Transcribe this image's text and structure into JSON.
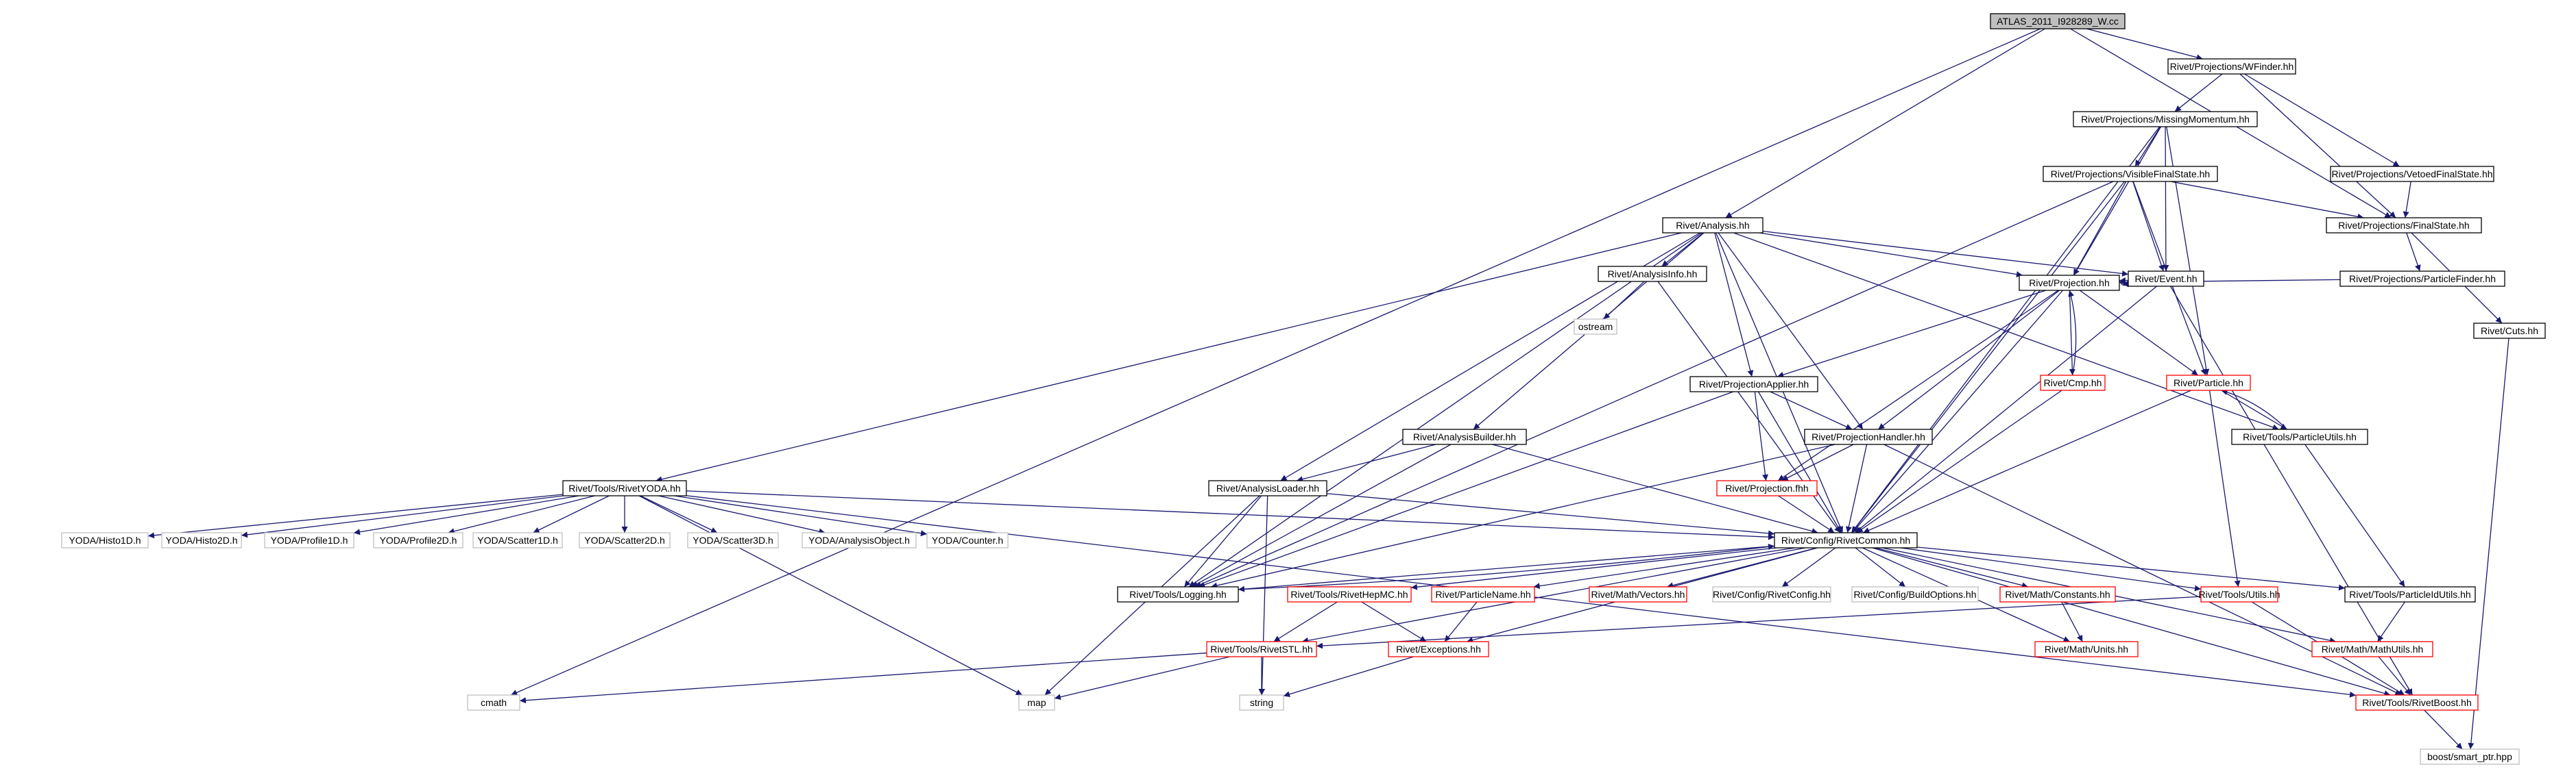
{
  "nodes": [
    {
      "id": "root",
      "label": "ATLAS_2011_I928289_W.cc",
      "style": "root"
    },
    {
      "id": "wfind",
      "label": "Rivet/Projections/WFinder.hh",
      "style": "black"
    },
    {
      "id": "mom",
      "label": "Rivet/Projections/MissingMomentum.hh",
      "style": "black"
    },
    {
      "id": "vis",
      "label": "Rivet/Projections/VisibleFinalState.hh",
      "style": "black"
    },
    {
      "id": "veto",
      "label": "Rivet/Projections/VetoedFinalState.hh",
      "style": "black"
    },
    {
      "id": "fs",
      "label": "Rivet/Projections/FinalState.hh",
      "style": "black"
    },
    {
      "id": "pfind",
      "label": "Rivet/Projections/ParticleFinder.hh",
      "style": "black"
    },
    {
      "id": "cuts",
      "label": "Rivet/Cuts.hh",
      "style": "black"
    },
    {
      "id": "ana",
      "label": "Rivet/Analysis.hh",
      "style": "black"
    },
    {
      "id": "ainfo",
      "label": "Rivet/AnalysisInfo.hh",
      "style": "black"
    },
    {
      "id": "ostream",
      "label": "ostream",
      "style": "gray"
    },
    {
      "id": "event",
      "label": "Rivet/Event.hh",
      "style": "black"
    },
    {
      "id": "proj",
      "label": "Rivet/Projection.hh",
      "style": "black"
    },
    {
      "id": "cmp",
      "label": "Rivet/Cmp.hh",
      "style": "red"
    },
    {
      "id": "particle",
      "label": "Rivet/Particle.hh",
      "style": "red"
    },
    {
      "id": "papp",
      "label": "Rivet/ProjectionApplier.hh",
      "style": "black"
    },
    {
      "id": "phand",
      "label": "Rivet/ProjectionHandler.hh",
      "style": "black"
    },
    {
      "id": "pfhh",
      "label": "Rivet/Projection.fhh",
      "style": "red"
    },
    {
      "id": "putils",
      "label": "Rivet/Tools/ParticleUtils.hh",
      "style": "black"
    },
    {
      "id": "abuild",
      "label": "Rivet/AnalysisBuilder.hh",
      "style": "black"
    },
    {
      "id": "aload",
      "label": "Rivet/AnalysisLoader.hh",
      "style": "black"
    },
    {
      "id": "ryoda",
      "label": "Rivet/Tools/RivetYODA.hh",
      "style": "black"
    },
    {
      "id": "h1",
      "label": "YODA/Histo1D.h",
      "style": "gray"
    },
    {
      "id": "h2",
      "label": "YODA/Histo2D.h",
      "style": "gray"
    },
    {
      "id": "p1",
      "label": "YODA/Profile1D.h",
      "style": "gray"
    },
    {
      "id": "p2",
      "label": "YODA/Profile2D.h",
      "style": "gray"
    },
    {
      "id": "s1",
      "label": "YODA/Scatter1D.h",
      "style": "gray"
    },
    {
      "id": "s2",
      "label": "YODA/Scatter2D.h",
      "style": "gray"
    },
    {
      "id": "s3",
      "label": "YODA/Scatter3D.h",
      "style": "gray"
    },
    {
      "id": "aobj",
      "label": "YODA/AnalysisObject.h",
      "style": "gray"
    },
    {
      "id": "counter",
      "label": "YODA/Counter.h",
      "style": "gray"
    },
    {
      "id": "common",
      "label": "Rivet/Config/RivetCommon.hh",
      "style": "black"
    },
    {
      "id": "logging",
      "label": "Rivet/Tools/Logging.hh",
      "style": "black"
    },
    {
      "id": "hepmc",
      "label": "Rivet/Tools/RivetHepMC.hh",
      "style": "red"
    },
    {
      "id": "pname",
      "label": "Rivet/ParticleName.hh",
      "style": "red"
    },
    {
      "id": "vectors",
      "label": "Rivet/Math/Vectors.hh",
      "style": "red"
    },
    {
      "id": "rconfig",
      "label": "Rivet/Config/RivetConfig.hh",
      "style": "gray"
    },
    {
      "id": "bopts",
      "label": "Rivet/Config/BuildOptions.hh",
      "style": "gray"
    },
    {
      "id": "consts",
      "label": "Rivet/Math/Constants.hh",
      "style": "red"
    },
    {
      "id": "tutils",
      "label": "Rivet/Tools/Utils.hh",
      "style": "red"
    },
    {
      "id": "piutils",
      "label": "Rivet/Tools/ParticleIdUtils.hh",
      "style": "black"
    },
    {
      "id": "stl",
      "label": "Rivet/Tools/RivetSTL.hh",
      "style": "red"
    },
    {
      "id": "exc",
      "label": "Rivet/Exceptions.hh",
      "style": "red"
    },
    {
      "id": "units",
      "label": "Rivet/Math/Units.hh",
      "style": "red"
    },
    {
      "id": "mutils",
      "label": "Rivet/Math/MathUtils.hh",
      "style": "red"
    },
    {
      "id": "boost",
      "label": "Rivet/Tools/RivetBoost.hh",
      "style": "red"
    },
    {
      "id": "cmath",
      "label": "cmath",
      "style": "gray"
    },
    {
      "id": "map",
      "label": "map",
      "style": "gray"
    },
    {
      "id": "string",
      "label": "string",
      "style": "gray"
    },
    {
      "id": "sptr",
      "label": "boost/smart_ptr.hpp",
      "style": "gray"
    }
  ],
  "edges": [
    [
      "root",
      "wfind"
    ],
    [
      "root",
      "ana"
    ],
    [
      "root",
      "cmath"
    ],
    [
      "root",
      "fs"
    ],
    [
      "wfind",
      "mom"
    ],
    [
      "wfind",
      "veto"
    ],
    [
      "wfind",
      "fs"
    ],
    [
      "mom",
      "vis"
    ],
    [
      "mom",
      "proj"
    ],
    [
      "mom",
      "event"
    ],
    [
      "mom",
      "particle"
    ],
    [
      "mom",
      "common"
    ],
    [
      "vis",
      "fs"
    ],
    [
      "vis",
      "logging"
    ],
    [
      "vis",
      "event"
    ],
    [
      "vis",
      "proj"
    ],
    [
      "vis",
      "particle"
    ],
    [
      "vis",
      "common"
    ],
    [
      "veto",
      "fs"
    ],
    [
      "fs",
      "pfind"
    ],
    [
      "fs",
      "cuts"
    ],
    [
      "pfind",
      "proj"
    ],
    [
      "cuts",
      "sptr"
    ],
    [
      "ana",
      "ainfo"
    ],
    [
      "ana",
      "event"
    ],
    [
      "ana",
      "proj"
    ],
    [
      "ana",
      "papp"
    ],
    [
      "ana",
      "phand"
    ],
    [
      "ana",
      "putils"
    ],
    [
      "ana",
      "abuild"
    ],
    [
      "ana",
      "aload"
    ],
    [
      "ana",
      "ryoda"
    ],
    [
      "ana",
      "logging"
    ],
    [
      "ana",
      "common"
    ],
    [
      "ainfo",
      "ostream"
    ],
    [
      "ainfo",
      "common"
    ],
    [
      "event",
      "proj"
    ],
    [
      "event",
      "common"
    ],
    [
      "event",
      "boost"
    ],
    [
      "proj",
      "event"
    ],
    [
      "proj",
      "cmp"
    ],
    [
      "proj",
      "particle"
    ],
    [
      "proj",
      "papp"
    ],
    [
      "proj",
      "phand"
    ],
    [
      "proj",
      "pfhh"
    ],
    [
      "proj",
      "common"
    ],
    [
      "cmp",
      "proj"
    ],
    [
      "cmp",
      "common"
    ],
    [
      "particle",
      "putils"
    ],
    [
      "particle",
      "tutils"
    ],
    [
      "particle",
      "common"
    ],
    [
      "putils",
      "particle"
    ],
    [
      "putils",
      "piutils"
    ],
    [
      "papp",
      "phand"
    ],
    [
      "papp",
      "pfhh"
    ],
    [
      "papp",
      "logging"
    ],
    [
      "papp",
      "common"
    ],
    [
      "phand",
      "pfhh"
    ],
    [
      "phand",
      "logging"
    ],
    [
      "phand",
      "common"
    ],
    [
      "phand",
      "boost"
    ],
    [
      "pfhh",
      "common"
    ],
    [
      "abuild",
      "aload"
    ],
    [
      "abuild",
      "logging"
    ],
    [
      "abuild",
      "common"
    ],
    [
      "aload",
      "logging"
    ],
    [
      "aload",
      "common"
    ],
    [
      "aload",
      "map"
    ],
    [
      "aload",
      "string"
    ],
    [
      "ryoda",
      "h1"
    ],
    [
      "ryoda",
      "h2"
    ],
    [
      "ryoda",
      "p1"
    ],
    [
      "ryoda",
      "p2"
    ],
    [
      "ryoda",
      "s1"
    ],
    [
      "ryoda",
      "s2"
    ],
    [
      "ryoda",
      "s3"
    ],
    [
      "ryoda",
      "aobj"
    ],
    [
      "ryoda",
      "counter"
    ],
    [
      "ryoda",
      "common"
    ],
    [
      "ryoda",
      "map"
    ],
    [
      "ryoda",
      "boost"
    ],
    [
      "common",
      "logging"
    ],
    [
      "common",
      "hepmc"
    ],
    [
      "common",
      "pname"
    ],
    [
      "common",
      "vectors"
    ],
    [
      "common",
      "rconfig"
    ],
    [
      "common",
      "bopts"
    ],
    [
      "common",
      "consts"
    ],
    [
      "common",
      "tutils"
    ],
    [
      "common",
      "piutils"
    ],
    [
      "common",
      "stl"
    ],
    [
      "common",
      "exc"
    ],
    [
      "common",
      "units"
    ],
    [
      "common",
      "mutils"
    ],
    [
      "common",
      "boost"
    ],
    [
      "logging",
      "common"
    ],
    [
      "hepmc",
      "stl"
    ],
    [
      "hepmc",
      "exc"
    ],
    [
      "pname",
      "exc"
    ],
    [
      "tutils",
      "stl"
    ],
    [
      "tutils",
      "boost"
    ],
    [
      "piutils",
      "mutils"
    ],
    [
      "stl",
      "cmath"
    ],
    [
      "stl",
      "map"
    ],
    [
      "stl",
      "string"
    ],
    [
      "exc",
      "string"
    ],
    [
      "consts",
      "units"
    ],
    [
      "mutils",
      "boost"
    ],
    [
      "boost",
      "sptr"
    ]
  ],
  "colors": {
    "edge": "#191970",
    "black_border": "#000000",
    "red_border": "#ff0000",
    "gray_border": "#bfbfbf",
    "root_fill": "#bfbfbf",
    "text": "#000000"
  }
}
